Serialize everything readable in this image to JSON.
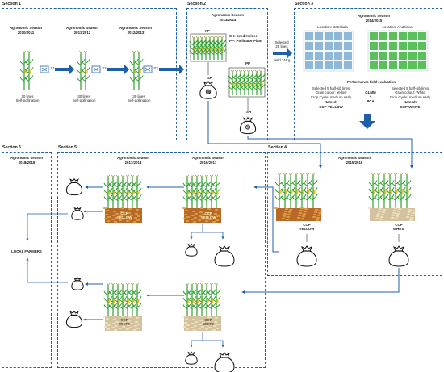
{
  "colors": {
    "border": "#1f5fa8",
    "arrow": "#1f5fa8",
    "plant": "#2e9e2e",
    "cob": "#f2c230",
    "field_yellow": "#b8692a",
    "field_white": "#d2c29e",
    "location_a": "#8fb8d8",
    "location_b": "#5bbf5b",
    "x_box": "#4f7fbf"
  },
  "section1": {
    "label": "Section 1",
    "stage1": {
      "season": "Agronomic Season",
      "years": "2010/2011",
      "info": "30 lines\nSelf-pollination"
    },
    "stage2": {
      "season": "Agronomic Season",
      "years": "2011/2012",
      "info": "30 lines\nSelf-pollination"
    },
    "stage3": {
      "season": "Agronomic Season",
      "years": "2012/2013",
      "info": "30 lines\nSelf-pollination"
    },
    "steps": [
      "S1",
      "S2",
      "S3"
    ]
  },
  "section2": {
    "label": "Section 2",
    "season": "Agronomic Season",
    "years": "2013/2014",
    "pp": "PP",
    "sh": "SH",
    "legend_sh": "SH: Seed Holder",
    "legend_pp": "PP: Pollinator Plant",
    "sack_w": "W",
    "sack_y": "Y"
  },
  "transfer": {
    "top": "Selected\n25 lines",
    "bottom": "yield >1Kg"
  },
  "section3": {
    "label": "Section 3",
    "season": "Agronomic Season",
    "years": "2014/2015",
    "location_a": "Location: Satrokala",
    "location_b": "Location: Andolava",
    "evaluation": "Performance field evaluation",
    "methods": "GLMM\n+\nPCA",
    "left_text": "Selected 5 half-sib lines\nGrain colour: Yellow\nCrop Cycle: medium early",
    "left_named": "Named:",
    "left_name": "CCP-YELLOW",
    "right_text": "Selected 5 half-sib lines\nGrain colour: White\nCrop Cycle: medium early",
    "right_named": "Named:",
    "right_name": "CCP-WHITE"
  },
  "section4": {
    "label": "Section 4",
    "season": "Agronomic Season",
    "years": "2015/2016",
    "left_label": "CCP\nYELLOW",
    "right_label": "CCP\nWHITE"
  },
  "section5": {
    "label": "Section 5",
    "season_a": "Agronomic Season",
    "years_a": "2017/2018",
    "season_b": "Agronomic Season",
    "years_b": "2016/2017",
    "field_yellow": "CCP\nYELLOW",
    "field_white": "CCP\nWHITE"
  },
  "section6": {
    "label": "Section 6",
    "season": "Agronomic Season",
    "years": "2018/2019",
    "farmers": "LOCAL FARMERS"
  }
}
